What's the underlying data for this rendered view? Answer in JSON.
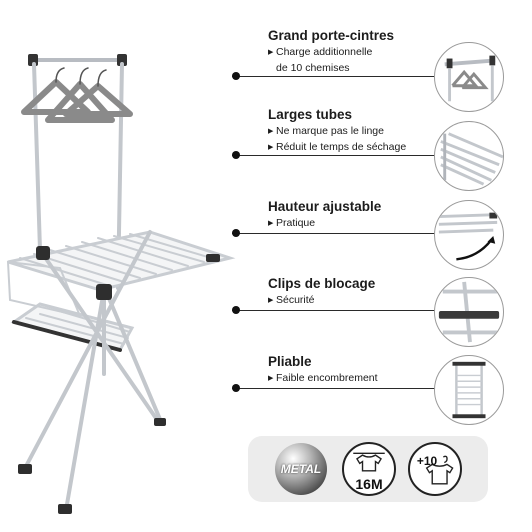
{
  "features": [
    {
      "title": "Grand porte-cintres",
      "bullets": [
        "Charge additionnelle",
        "de 10 chemises"
      ],
      "icon": "hanger-bar-closeup-icon"
    },
    {
      "title": "Larges tubes",
      "bullets": [
        "Ne marque pas le linge",
        "Réduit le temps de séchage"
      ],
      "icon": "drying-rails-closeup-icon"
    },
    {
      "title": "Hauteur ajustable",
      "bullets": [
        "Pratique"
      ],
      "icon": "adjustable-wing-closeup-icon"
    },
    {
      "title": "Clips de blocage",
      "bullets": [
        "Sécurité"
      ],
      "icon": "locking-clip-closeup-icon"
    },
    {
      "title": "Pliable",
      "bullets": [
        "Faible encombrement"
      ],
      "icon": "folded-rack-closeup-icon"
    }
  ],
  "badges": {
    "metal": "METAL",
    "length": "16M",
    "extra_shirts": "+10"
  },
  "colors": {
    "accent_dark": "#2e2e2e",
    "tube_silver": "#c9cdd2",
    "badge_panel": "#ececec",
    "hanger_grey": "#8c8c8c"
  }
}
